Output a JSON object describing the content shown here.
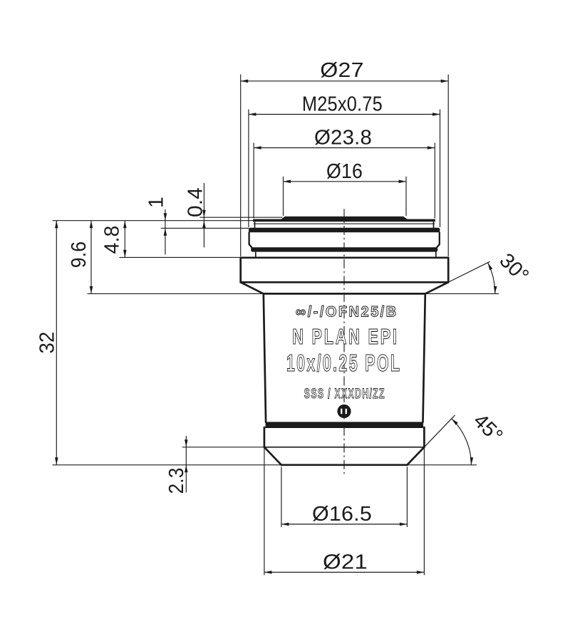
{
  "drawing": {
    "type": "technical-drawing",
    "subject": "microscope objective side view with dimensions",
    "dims": {
      "d27": "Ø27",
      "m25": "M25x0.75",
      "d238": "Ø23.8",
      "d16": "Ø16",
      "d165": "Ø16.5",
      "d21": "Ø21",
      "len32": "32",
      "len96": "9.6",
      "len48": "4.8",
      "len1": "1",
      "len04": "0.4",
      "len23": "2.3",
      "ang30": "30°",
      "ang45": "45°"
    },
    "markings": {
      "line1": "∞/-/OFN25/B",
      "line2": "N PLAN EPI",
      "line3": "10x/0.25 POL",
      "line4": "SSS / XXXDH/ZZ"
    },
    "colors": {
      "ink": "#1b1b1b",
      "background": "#ffffff"
    }
  }
}
